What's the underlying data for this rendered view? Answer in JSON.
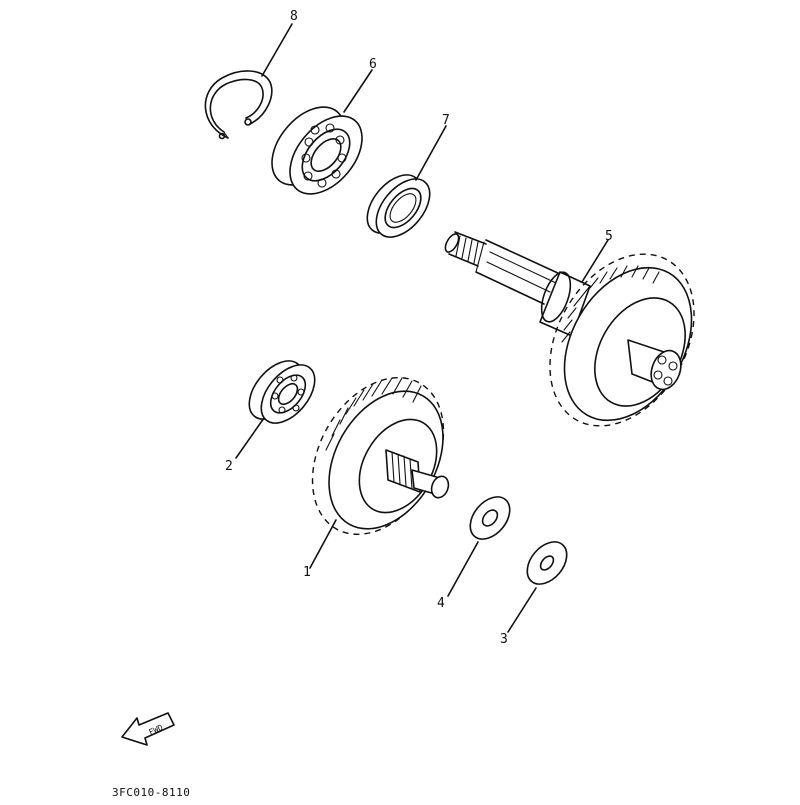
{
  "callouts": [
    {
      "id": "1",
      "label": "1"
    },
    {
      "id": "2",
      "label": "2"
    },
    {
      "id": "3",
      "label": "3"
    },
    {
      "id": "4",
      "label": "4"
    },
    {
      "id": "5",
      "label": "5"
    },
    {
      "id": "6",
      "label": "6"
    },
    {
      "id": "7",
      "label": "7"
    },
    {
      "id": "8",
      "label": "8"
    }
  ],
  "fwd_label": "FWD",
  "diagram_code": "3FC010-8110",
  "colors": {
    "line": "#111111",
    "background": "#ffffff"
  }
}
